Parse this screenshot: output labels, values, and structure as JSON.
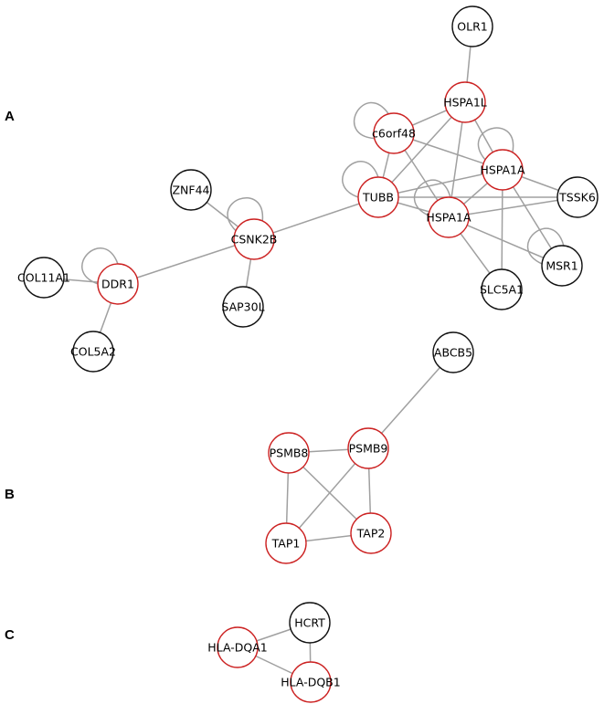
{
  "colors": {
    "highlight": "#cc2222",
    "normal": "#111111",
    "edge": "#a0a0a0"
  },
  "panels": [
    {
      "id": "A",
      "label": "A"
    },
    {
      "id": "B",
      "label": "B"
    },
    {
      "id": "C",
      "label": "C"
    }
  ],
  "nodes": [
    {
      "id": "OLR1",
      "label": "OLR1",
      "highlight": false
    },
    {
      "id": "HSPA1L",
      "label": "HSPA1L",
      "highlight": true
    },
    {
      "id": "C6ORF48",
      "label": "c6orf48",
      "highlight": true
    },
    {
      "id": "HSPA1A_1",
      "label": "HSPA1A",
      "highlight": true
    },
    {
      "id": "TUBB",
      "label": "TUBB",
      "highlight": true
    },
    {
      "id": "HSPA1A_2",
      "label": "HSPA1A",
      "highlight": true
    },
    {
      "id": "TSSK6",
      "label": "TSSK6",
      "highlight": false
    },
    {
      "id": "MSR1",
      "label": "MSR1",
      "highlight": false
    },
    {
      "id": "SLC5A1",
      "label": "SLC5A1",
      "highlight": false
    },
    {
      "id": "ZNF44",
      "label": "ZNF44",
      "highlight": false
    },
    {
      "id": "CSNK2B",
      "label": "CSNK2B",
      "highlight": true
    },
    {
      "id": "SAP30L",
      "label": "SAP30L",
      "highlight": false
    },
    {
      "id": "COL11A1",
      "label": "COL11A1",
      "highlight": false
    },
    {
      "id": "DDR1",
      "label": "DDR1",
      "highlight": true
    },
    {
      "id": "COL5A2",
      "label": "COL5A2",
      "highlight": false
    },
    {
      "id": "ABCB5",
      "label": "ABCB5",
      "highlight": false
    },
    {
      "id": "PSMB8",
      "label": "PSMB8",
      "highlight": true
    },
    {
      "id": "PSMB9",
      "label": "PSMB9",
      "highlight": true
    },
    {
      "id": "TAP1",
      "label": "TAP1",
      "highlight": true
    },
    {
      "id": "TAP2",
      "label": "TAP2",
      "highlight": true
    },
    {
      "id": "HCRT",
      "label": "HCRT",
      "highlight": false
    },
    {
      "id": "HLA_DQA1",
      "label": "HLA-DQA1",
      "highlight": true
    },
    {
      "id": "HLA_DQB1",
      "label": "HLA-DQB1",
      "highlight": true
    }
  ],
  "edges": [
    [
      "OLR1",
      "HSPA1L"
    ],
    [
      "HSPA1L",
      "C6ORF48"
    ],
    [
      "HSPA1L",
      "HSPA1A_1"
    ],
    [
      "HSPA1L",
      "TUBB"
    ],
    [
      "HSPA1L",
      "HSPA1A_2"
    ],
    [
      "C6ORF48",
      "HSPA1A_1"
    ],
    [
      "C6ORF48",
      "TUBB"
    ],
    [
      "C6ORF48",
      "HSPA1A_2"
    ],
    [
      "TUBB",
      "HSPA1A_1"
    ],
    [
      "TUBB",
      "HSPA1A_2"
    ],
    [
      "TUBB",
      "TSSK6"
    ],
    [
      "TUBB",
      "CSNK2B"
    ],
    [
      "HSPA1A_1",
      "HSPA1A_2"
    ],
    [
      "HSPA1A_1",
      "TSSK6"
    ],
    [
      "HSPA1A_1",
      "MSR1"
    ],
    [
      "HSPA1A_1",
      "SLC5A1"
    ],
    [
      "HSPA1A_2",
      "TSSK6"
    ],
    [
      "HSPA1A_2",
      "MSR1"
    ],
    [
      "HSPA1A_2",
      "SLC5A1"
    ],
    [
      "ZNF44",
      "CSNK2B"
    ],
    [
      "CSNK2B",
      "SAP30L"
    ],
    [
      "CSNK2B",
      "DDR1"
    ],
    [
      "COL11A1",
      "DDR1"
    ],
    [
      "DDR1",
      "COL5A2"
    ],
    [
      "ABCB5",
      "PSMB9"
    ],
    [
      "PSMB8",
      "PSMB9"
    ],
    [
      "PSMB8",
      "TAP1"
    ],
    [
      "PSMB8",
      "TAP2"
    ],
    [
      "PSMB9",
      "TAP1"
    ],
    [
      "PSMB9",
      "TAP2"
    ],
    [
      "TAP1",
      "TAP2"
    ],
    [
      "HCRT",
      "HLA_DQA1"
    ],
    [
      "HCRT",
      "HLA_DQB1"
    ],
    [
      "HLA_DQA1",
      "HLA_DQB1"
    ]
  ],
  "self_loops": [
    "C6ORF48",
    "HSPA1A_1",
    "TUBB",
    "HSPA1A_2",
    "MSR1",
    "CSNK2B",
    "DDR1"
  ]
}
